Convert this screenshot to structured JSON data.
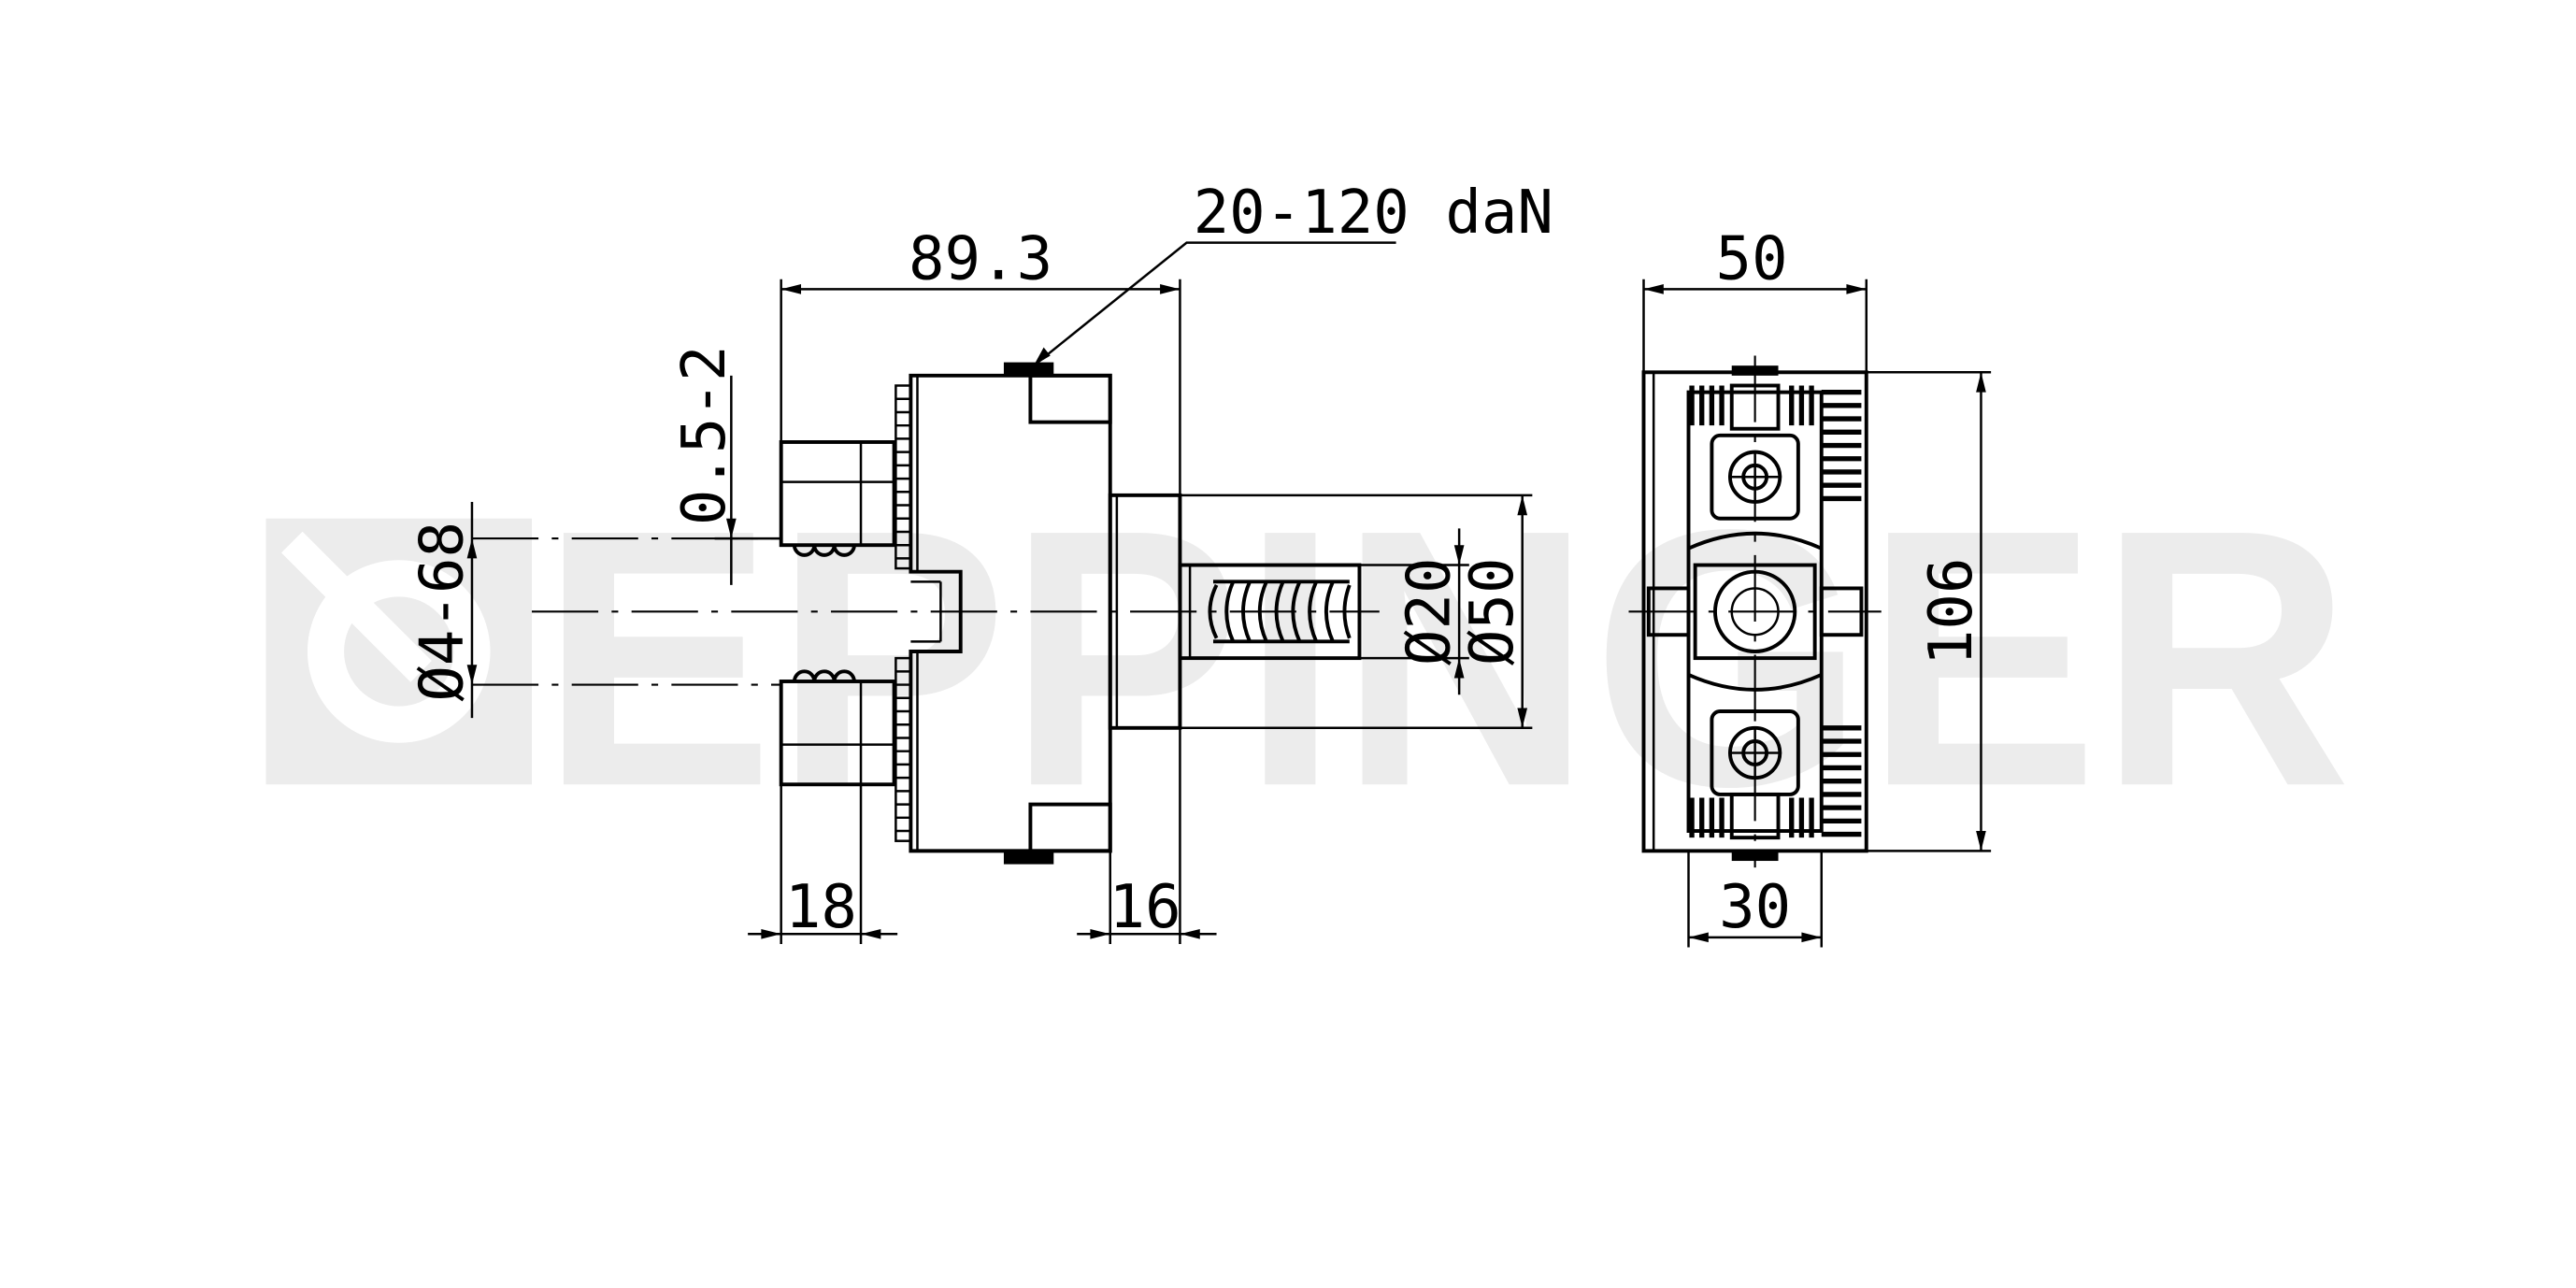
{
  "watermark": {
    "text": "EPPINGER",
    "color": "#ececec"
  },
  "dimensions": {
    "force": "20-120 daN",
    "length_total": "89.3",
    "clamp_range": "0.5-2",
    "tool_diameter": "Ø4-68",
    "jaw_width": "18",
    "flange_width": "16",
    "shank_diameter": "Ø20",
    "flange_diameter": "Ø50",
    "body_width": "50",
    "slot_width": "30",
    "body_height": "106"
  }
}
